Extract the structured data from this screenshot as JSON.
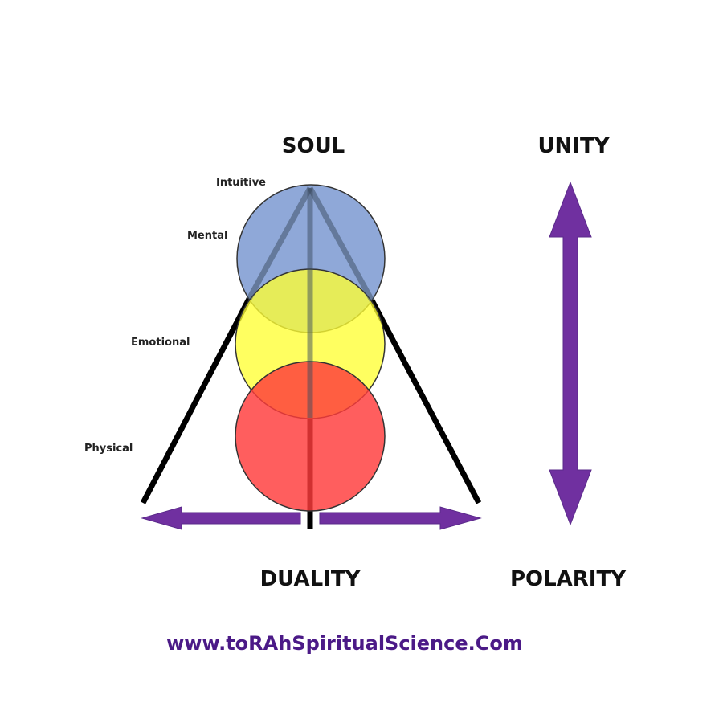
{
  "headings": {
    "soul": "SOUL",
    "unity": "UNITY",
    "duality": "DUALITY",
    "polarity": "POLARITY"
  },
  "layers": {
    "intuitive": "Intuitive",
    "mental": "Mental",
    "emotional": "Emotional",
    "physical": "Physical"
  },
  "website": "www.toRAhSpiritualScience.Com",
  "colors": {
    "mental_circle": "#8fa8d8",
    "emotional_circle": "#ffff33",
    "physical_circle": "#ff3b3b",
    "arrows": "#7030a0",
    "triangle_lines": "#000000",
    "website_text": "#4b1a87"
  }
}
